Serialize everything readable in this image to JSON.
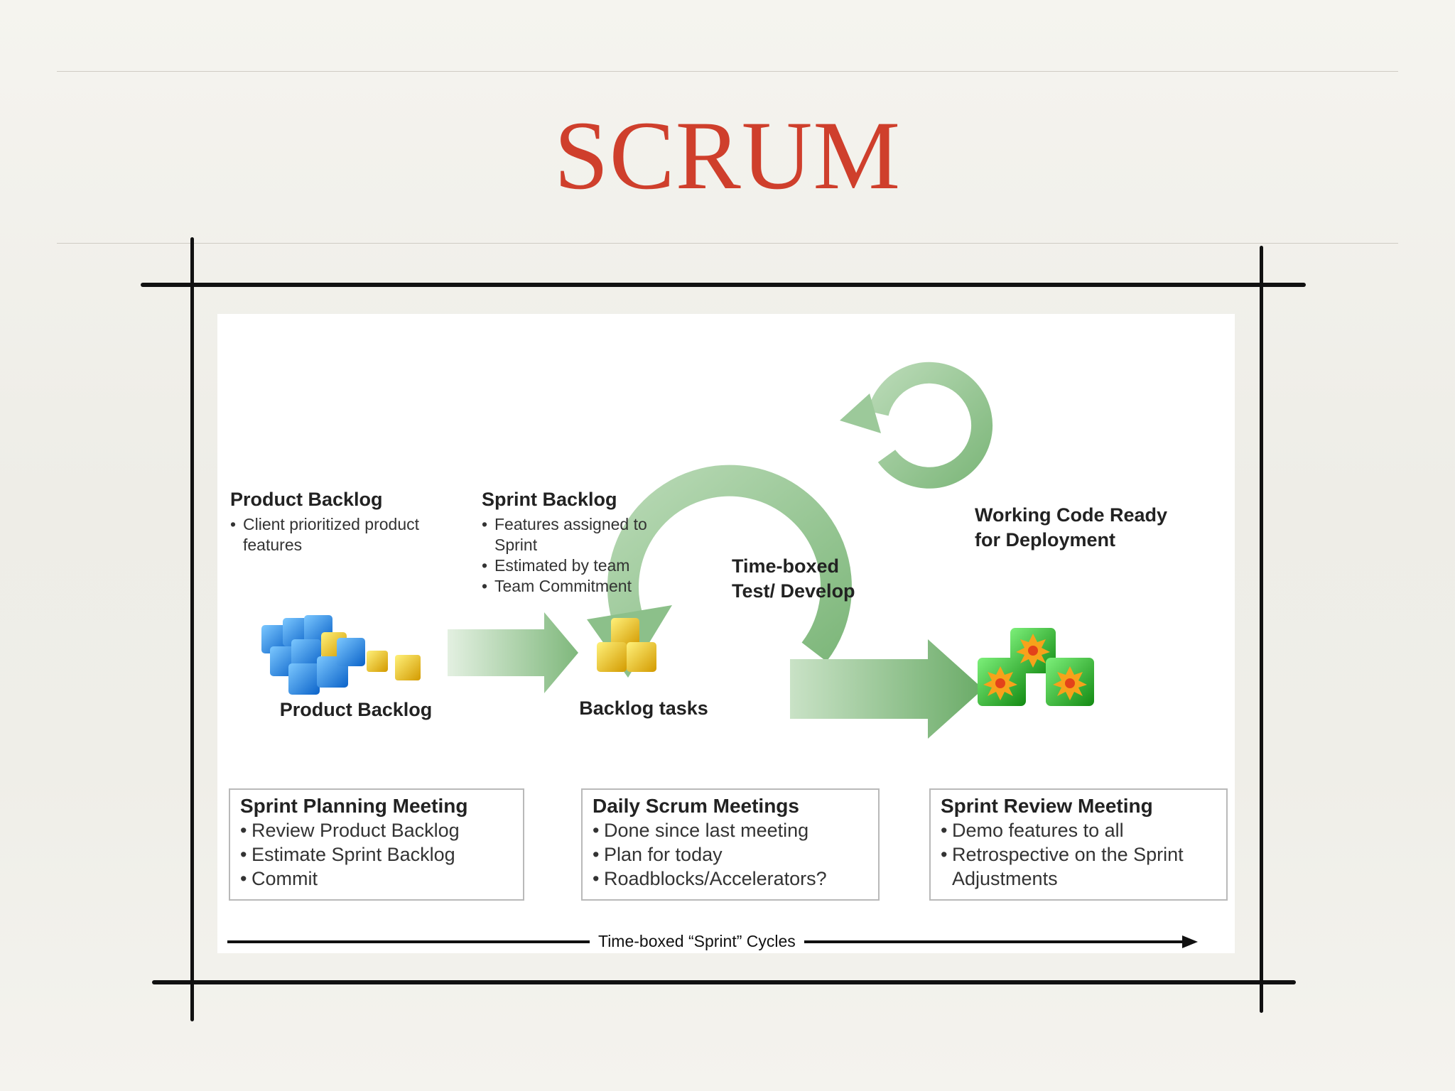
{
  "slide": {
    "title": "SCRUM"
  },
  "product_backlog_note": {
    "heading": "Product Backlog",
    "bullets": [
      "Client prioritized product features"
    ]
  },
  "sprint_backlog_note": {
    "heading": "Sprint Backlog",
    "bullets": [
      "Features assigned to Sprint",
      "Estimated by team",
      "Team Commitment"
    ]
  },
  "cycle_label": {
    "line1": "Time-boxed",
    "line2": "Test/ Develop"
  },
  "working_code_note": {
    "line1": "Working Code Ready",
    "line2": "for Deployment"
  },
  "captions": {
    "product_backlog": "Product Backlog",
    "backlog_tasks": "Backlog tasks"
  },
  "meetings": [
    {
      "heading": "Sprint Planning Meeting",
      "bullets": [
        "Review Product Backlog",
        "Estimate Sprint Backlog",
        "Commit"
      ]
    },
    {
      "heading": "Daily Scrum Meetings",
      "bullets": [
        "Done since last meeting",
        "Plan for today",
        "Roadblocks/Accelerators?"
      ]
    },
    {
      "heading": "Sprint Review Meeting",
      "bullets": [
        "Demo features to all",
        "Retrospective on the Sprint Adjustments"
      ]
    }
  ],
  "timeline": {
    "label": "Time-boxed “Sprint” Cycles"
  },
  "colors": {
    "title": "#cf3f2c",
    "arrow_green": "#8cc08a",
    "cube_blue": "#1e90e6",
    "cube_yellow": "#f2c81c",
    "cube_green": "#2db52d",
    "starburst": "#f7a21b"
  },
  "icons": [
    "blue-cube-stack-icon",
    "yellow-cube-stack-icon",
    "green-cube-stack-icon",
    "starburst-icon",
    "cycle-arrow-icon",
    "right-arrow-icon"
  ]
}
